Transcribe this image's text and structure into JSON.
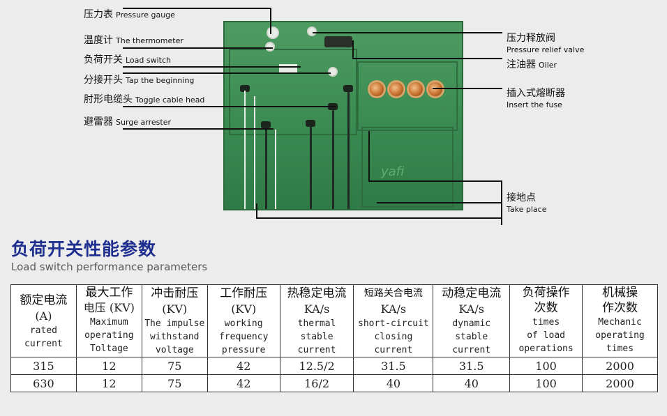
{
  "callouts": {
    "pressure_gauge": {
      "zh": "压力表",
      "en": "Pressure gauge"
    },
    "thermometer": {
      "zh": "温度计",
      "en": "The thermometer"
    },
    "load_switch": {
      "zh": "负荷开关",
      "en": "Load switch"
    },
    "tap": {
      "zh": "分接开头",
      "en": "Tap the beginning"
    },
    "cable_head": {
      "zh": "肘形电缆头",
      "en": "Toggle cable head"
    },
    "surge": {
      "zh": "避雷器",
      "en": "Surge arrester"
    },
    "relief_valve": {
      "zh": "压力释放阀",
      "en": "Pressure relief valve"
    },
    "oiler": {
      "zh": "注油器",
      "en": "Oiler"
    },
    "fuse": {
      "zh": "插入式熔断器",
      "en": "Insert the fuse"
    },
    "ground": {
      "zh": "接地点",
      "en": "Take place"
    }
  },
  "heading": {
    "zh": "负荷开关性能参数",
    "en": "Load switch performance parameters"
  },
  "table": {
    "headers": [
      {
        "zh": "额定电流",
        "unit": "(A)",
        "en": [
          "rated",
          "current"
        ]
      },
      {
        "zh": "最大工作电压",
        "unit": "(KV)",
        "en": [
          "Maximum",
          "operating",
          "Toltage"
        ]
      },
      {
        "zh": "冲击耐压",
        "unit": "(KV)",
        "en": [
          "The impulse",
          "withstand",
          "voltage"
        ]
      },
      {
        "zh": "工作耐压",
        "unit": "(KV)",
        "en": [
          "working",
          "frequency",
          "pressure"
        ]
      },
      {
        "zh": "热稳定电流",
        "unit": "KA/s",
        "en": [
          "thermal",
          "stable",
          "current"
        ]
      },
      {
        "zh": "短路关合电流",
        "unit": "KA/s",
        "en": [
          "short-circuit",
          "closing",
          "current"
        ]
      },
      {
        "zh": "动稳定电流",
        "unit": "KA/s",
        "en": [
          "dynamic",
          "stable",
          "current"
        ]
      },
      {
        "zh": "负荷操作次数",
        "unit": "",
        "en": [
          "times",
          "of load",
          "operations"
        ]
      },
      {
        "zh": "机械操作次数",
        "unit": "",
        "en": [
          "Mechanic",
          "operating",
          "times"
        ]
      }
    ],
    "rows": [
      [
        "315",
        "12",
        "75",
        "42",
        "12.5/2",
        "31.5",
        "31.5",
        "100",
        "2000"
      ],
      [
        "630",
        "12",
        "75",
        "42",
        "16/2",
        "40",
        "40",
        "100",
        "2000"
      ]
    ]
  },
  "panel_logo": "yafi"
}
